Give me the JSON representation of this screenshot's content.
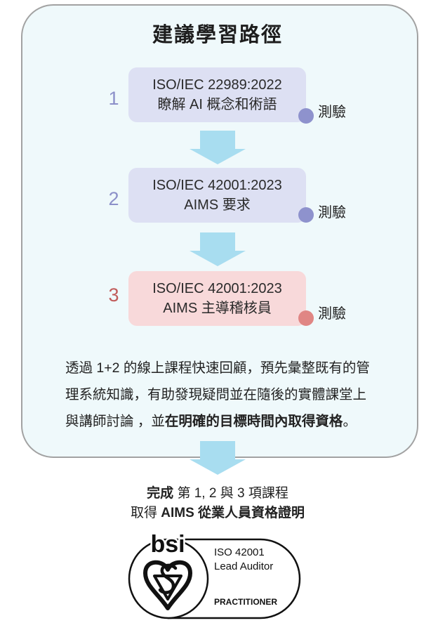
{
  "title": "建議學習路徑",
  "steps": [
    {
      "number": "1",
      "standard": "ISO/IEC 22989:2022",
      "topic": "瞭解 AI 概念和術語",
      "quiz_label": "測驗",
      "number_color": "#8c90c9",
      "box_color": "#dde0f3",
      "dot_color": "#8e92cd"
    },
    {
      "number": "2",
      "standard": "ISO/IEC 42001:2023",
      "topic": "AIMS 要求",
      "quiz_label": "測驗",
      "number_color": "#8c90c9",
      "box_color": "#dde0f3",
      "dot_color": "#8e92cd"
    },
    {
      "number": "3",
      "standard": "ISO/IEC 42001:2023",
      "topic": "AIMS 主導稽核員",
      "quiz_label": "測驗",
      "number_color": "#c15c5b",
      "box_color": "#f8d9da",
      "dot_color": "#e08684"
    }
  ],
  "description": {
    "lines": [
      "透過 1+2 的線上課程快速回顧，預先彙整既有的管",
      "理系統知識，有助發現疑問並在隨後的實體課堂上"
    ],
    "last_line": {
      "before": "與講師討論 ，並",
      "emphasis": "在明確的目標時間內取得資格",
      "after": "。"
    }
  },
  "completion": {
    "line1": {
      "emphasis": "完成",
      "rest": " 第 1, 2 與 3 項課程"
    },
    "line2": {
      "lead": "取得 ",
      "emphasis": "AIMS 從業人員資格證明"
    }
  },
  "badge": {
    "logo_text": "bsi",
    "standard": "ISO 42001",
    "role": "Lead Auditor",
    "level": "PRACTITIONER"
  },
  "colors": {
    "panel_background": "#eff9fb",
    "arrow": "#a8ddf0"
  }
}
